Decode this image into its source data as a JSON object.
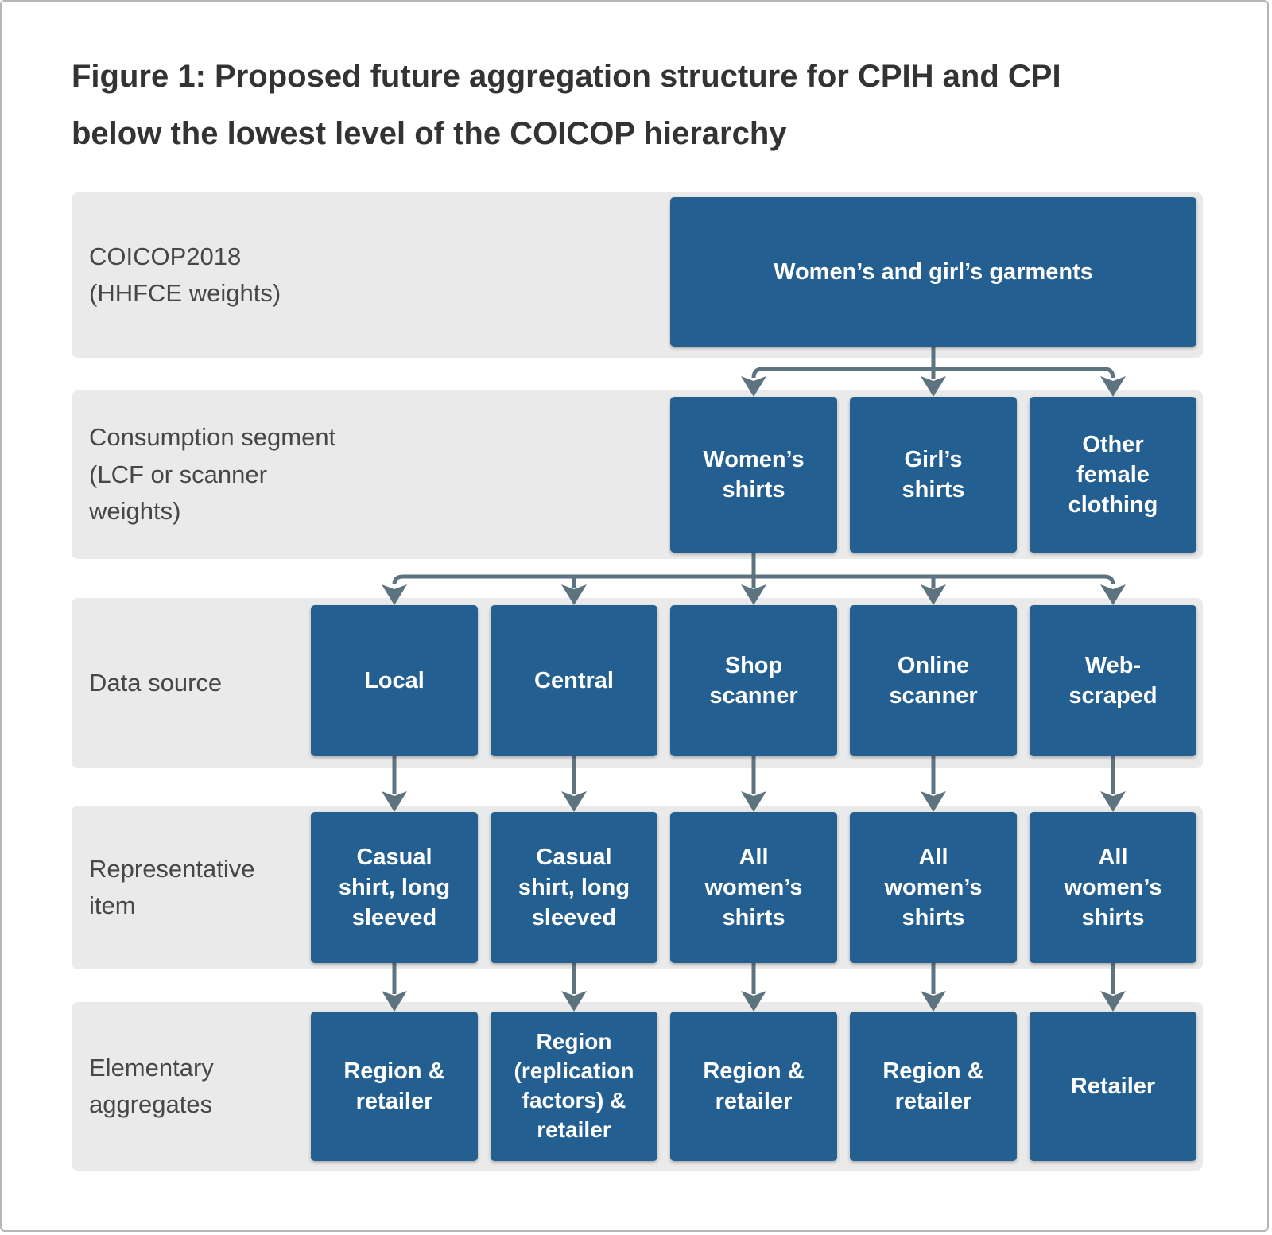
{
  "figure": {
    "title": "Figure 1: Proposed future aggregation structure for CPIH and CPI\nbelow the lowest level of the COICOP hierarchy"
  },
  "colors": {
    "node_blue": "#235f91",
    "band_gray": "#eaeaea",
    "arrow_slate": "#5d7380",
    "title_text": "#333333",
    "label_text": "#474747",
    "node_text": "#ffffff"
  },
  "rows": [
    {
      "label": "COICOP2018\n(HHFCE weights)",
      "boxes": [
        "Women’s and girl’s garments"
      ]
    },
    {
      "label": "Consumption segment\n(LCF or scanner weights)",
      "boxes": [
        "Women’s\nshirts",
        "Girl’s\nshirts",
        "Other\nfemale\nclothing"
      ]
    },
    {
      "label": "Data source",
      "boxes": [
        "Local",
        "Central",
        "Shop\nscanner",
        "Online\nscanner",
        "Web-\nscraped"
      ]
    },
    {
      "label": "Representative\nitem",
      "boxes": [
        "Casual\nshirt, long\nsleeved",
        "Casual\nshirt, long\nsleeved",
        "All\nwomen’s\nshirts",
        "All\nwomen’s\nshirts",
        "All\nwomen’s\nshirts"
      ]
    },
    {
      "label": "Elementary\naggregates",
      "boxes": [
        "Region &\nretailer",
        "Region\n(replication\nfactors) &\nretailer",
        "Region &\nretailer",
        "Region &\nretailer",
        "Retailer"
      ]
    }
  ],
  "connections": [
    {
      "from": "Women’s and girl’s garments",
      "to": "Women’s shirts"
    },
    {
      "from": "Women’s and girl’s garments",
      "to": "Girl’s shirts"
    },
    {
      "from": "Women’s and girl’s garments",
      "to": "Other female clothing"
    },
    {
      "from": "Women’s shirts",
      "to": "Local"
    },
    {
      "from": "Women’s shirts",
      "to": "Central"
    },
    {
      "from": "Women’s shirts",
      "to": "Shop scanner"
    },
    {
      "from": "Women’s shirts",
      "to": "Online scanner"
    },
    {
      "from": "Women’s shirts",
      "to": "Web-scraped"
    },
    {
      "from": "Local",
      "to": "Casual shirt, long sleeved"
    },
    {
      "from": "Central",
      "to": "Casual shirt, long sleeved"
    },
    {
      "from": "Shop scanner",
      "to": "All women’s shirts"
    },
    {
      "from": "Online scanner",
      "to": "All women’s shirts"
    },
    {
      "from": "Web-scraped",
      "to": "All women’s shirts"
    },
    {
      "from": "Casual shirt, long sleeved (local)",
      "to": "Region & retailer"
    },
    {
      "from": "Casual shirt, long sleeved (central)",
      "to": "Region (replication factors) & retailer"
    },
    {
      "from": "All women’s shirts (shop scanner)",
      "to": "Region & retailer"
    },
    {
      "from": "All women’s shirts (online scanner)",
      "to": "Region & retailer"
    },
    {
      "from": "All women’s shirts (web-scraped)",
      "to": "Retailer"
    }
  ]
}
